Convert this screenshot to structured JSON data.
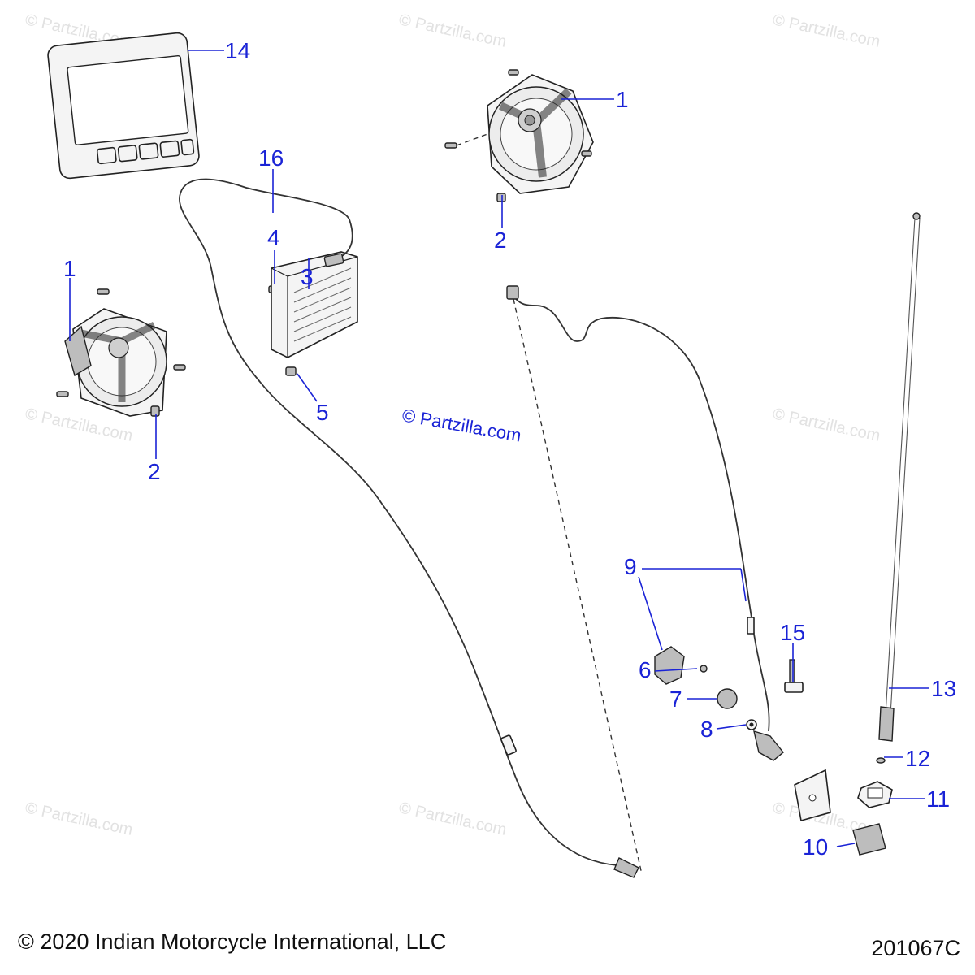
{
  "watermark": {
    "text": "© Partzilla.com"
  },
  "center_watermark": {
    "text": "© Partzilla.com"
  },
  "footer": {
    "copyright": "© 2020 Indian Motorcycle International, LLC",
    "diagram_id": "201067C"
  },
  "callouts": {
    "c1_right": "1",
    "c1_left": "1",
    "c2_right": "2",
    "c2_left": "2",
    "c3": "3",
    "c4": "4",
    "c5": "5",
    "c6": "6",
    "c7": "7",
    "c8": "8",
    "c9": "9",
    "c10": "10",
    "c11": "11",
    "c12": "12",
    "c13": "13",
    "c14": "14",
    "c15": "15",
    "c16": "16"
  },
  "colors": {
    "callout": "#1a23d6",
    "line_art": "#222222",
    "watermark": "#e2e2e2"
  }
}
